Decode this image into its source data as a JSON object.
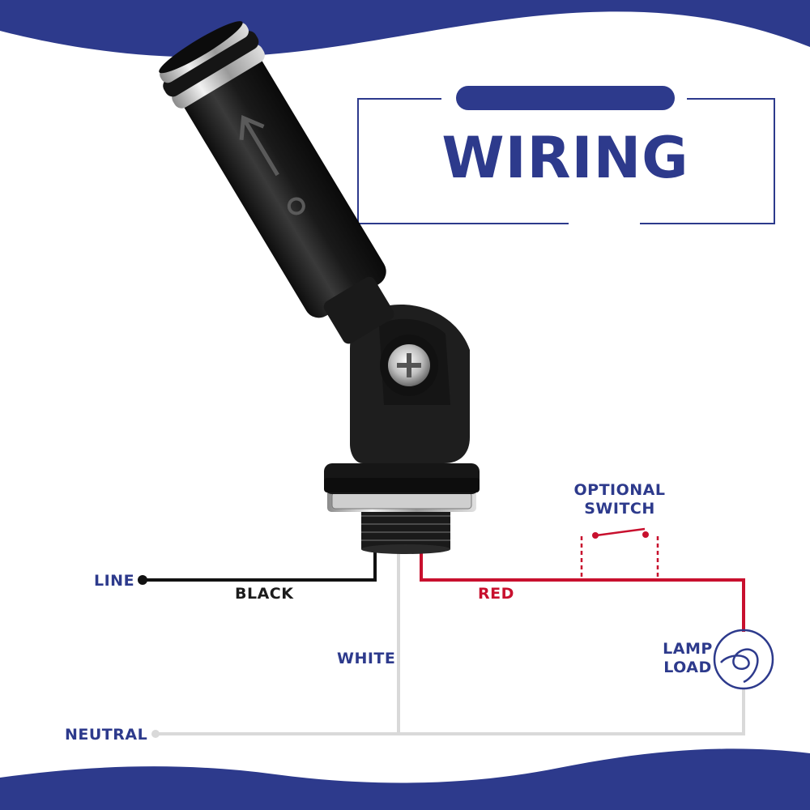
{
  "title": "WIRING",
  "colors": {
    "brand_blue": "#2d3a8c",
    "wire_black": "#111111",
    "wire_red": "#c8102e",
    "wire_white": "#d9d9d9",
    "sensor_body": "#1f1f1f"
  },
  "labels": {
    "line": "LINE",
    "black": "BLACK",
    "red": "RED",
    "white": "WHITE",
    "neutral": "NEUTRAL",
    "optional_switch": [
      "OPTIONAL",
      "SWITCH"
    ],
    "lamp_load": [
      "LAMP",
      "LOAD"
    ]
  },
  "icons": {
    "sensor": "photocell-sensor-icon",
    "lamp": "lamp-coil-icon",
    "switch": "switch-icon"
  }
}
